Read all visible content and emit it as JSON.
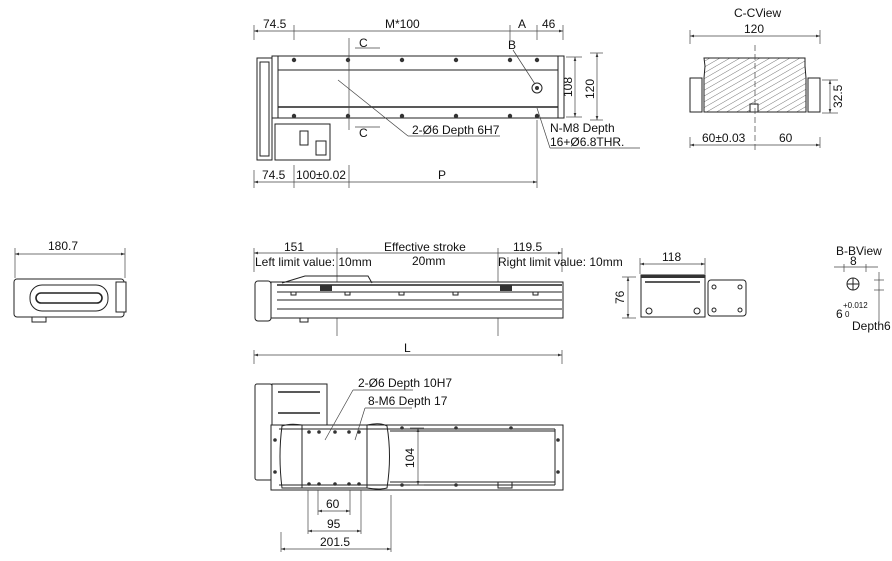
{
  "top_view": {
    "dims_top": [
      "74.5",
      "M*100",
      "A",
      "46"
    ],
    "dims_bottom": [
      "74.5",
      "100±0.02",
      "P"
    ],
    "dims_right": [
      "108",
      "120"
    ],
    "section_marks": [
      "C",
      "C"
    ],
    "point_b": "B",
    "callout_pin": "2-Ø6 Depth 6H7",
    "callout_thread_1": "N-M8 Depth",
    "callout_thread_2": "16+Ø6.8THR."
  },
  "cc_view": {
    "title": "C-CView",
    "width": "120",
    "height": "32.5",
    "left": "60±0.03",
    "right": "60"
  },
  "end_view_left": {
    "width": "180.7"
  },
  "side_view": {
    "dim_left": "151",
    "dim_mid": "Effective stroke",
    "dim_right": "119.5",
    "left_limit": "Left limit value: 10mm",
    "stroke_value": "20mm",
    "right_limit": "Right limit value: 10mm",
    "height": "76"
  },
  "end_view_right": {
    "width": "118"
  },
  "bb_view": {
    "title": "B-BView",
    "width": "8",
    "dia": "6",
    "tol_upper": "+0.012",
    "tol_lower": "0",
    "depth": "Depth6"
  },
  "bottom_view": {
    "length": "L",
    "callout_pin": "2-Ø6 Depth 10H7",
    "callout_thread": "8-M6 Depth 17",
    "height": "104",
    "dim_60": "60",
    "dim_95": "95",
    "dim_2015": "201.5"
  }
}
